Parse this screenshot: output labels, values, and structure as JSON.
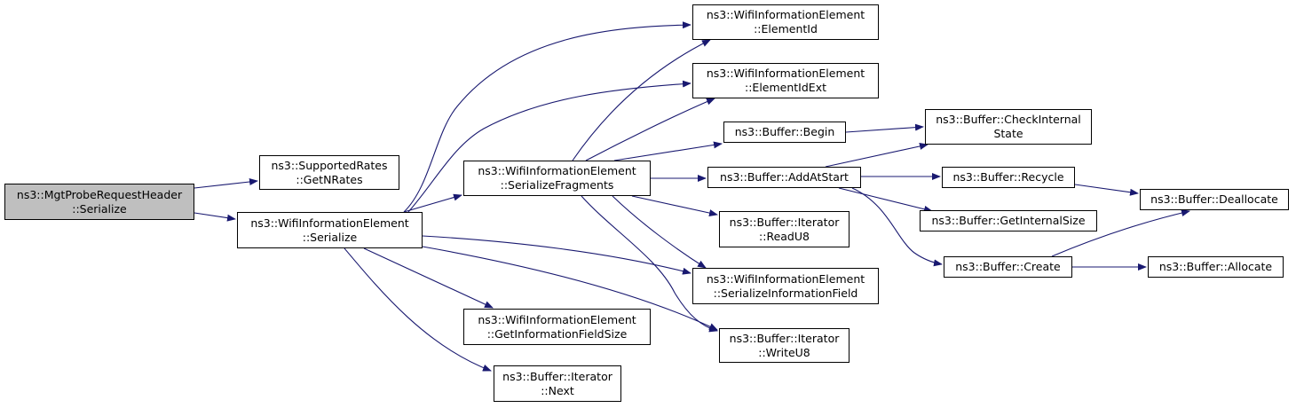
{
  "root": "mgt-serialize",
  "nodes": [
    {
      "id": "mgt-serialize",
      "lines": [
        "ns3::MgtProbeRequestHeader",
        "::Serialize"
      ],
      "root": true
    },
    {
      "id": "getnrates",
      "lines": [
        "ns3::SupportedRates",
        "::GetNRates"
      ]
    },
    {
      "id": "wie-serialize",
      "lines": [
        "ns3::WifiInformationElement",
        "::Serialize"
      ]
    },
    {
      "id": "elementid",
      "lines": [
        "ns3::WifiInformationElement",
        "::ElementId"
      ]
    },
    {
      "id": "elementidext",
      "lines": [
        "ns3::WifiInformationElement",
        "::ElementIdExt"
      ]
    },
    {
      "id": "serializefragments",
      "lines": [
        "ns3::WifiInformationElement",
        "::SerializeFragments"
      ]
    },
    {
      "id": "getinfofieldsize",
      "lines": [
        "ns3::WifiInformationElement",
        "::GetInformationFieldSize"
      ]
    },
    {
      "id": "iter-next",
      "lines": [
        "ns3::Buffer::Iterator",
        "::Next"
      ]
    },
    {
      "id": "buffer-begin",
      "lines": [
        "ns3::Buffer::Begin"
      ]
    },
    {
      "id": "addatstart",
      "lines": [
        "ns3::Buffer::AddAtStart"
      ]
    },
    {
      "id": "readu8",
      "lines": [
        "ns3::Buffer::Iterator",
        "::ReadU8"
      ]
    },
    {
      "id": "serializeinfofield",
      "lines": [
        "ns3::WifiInformationElement",
        "::SerializeInformationField"
      ]
    },
    {
      "id": "writeu8",
      "lines": [
        "ns3::Buffer::Iterator",
        "::WriteU8"
      ]
    },
    {
      "id": "checkinternalstate",
      "lines": [
        "ns3::Buffer::CheckInternal",
        "State"
      ]
    },
    {
      "id": "recycle",
      "lines": [
        "ns3::Buffer::Recycle"
      ]
    },
    {
      "id": "getinternalsize",
      "lines": [
        "ns3::Buffer::GetInternalSize"
      ]
    },
    {
      "id": "create",
      "lines": [
        "ns3::Buffer::Create"
      ]
    },
    {
      "id": "deallocate",
      "lines": [
        "ns3::Buffer::Deallocate"
      ]
    },
    {
      "id": "allocate",
      "lines": [
        "ns3::Buffer::Allocate"
      ]
    }
  ],
  "edges": [
    [
      "mgt-serialize",
      "getnrates"
    ],
    [
      "mgt-serialize",
      "wie-serialize"
    ],
    [
      "wie-serialize",
      "elementid"
    ],
    [
      "wie-serialize",
      "elementidext"
    ],
    [
      "wie-serialize",
      "serializefragments"
    ],
    [
      "wie-serialize",
      "getinfofieldsize"
    ],
    [
      "wie-serialize",
      "iter-next"
    ],
    [
      "wie-serialize",
      "serializeinfofield"
    ],
    [
      "wie-serialize",
      "writeu8"
    ],
    [
      "serializefragments",
      "elementid"
    ],
    [
      "serializefragments",
      "elementidext"
    ],
    [
      "serializefragments",
      "buffer-begin"
    ],
    [
      "serializefragments",
      "addatstart"
    ],
    [
      "serializefragments",
      "readu8"
    ],
    [
      "serializefragments",
      "serializeinfofield"
    ],
    [
      "serializefragments",
      "writeu8"
    ],
    [
      "buffer-begin",
      "checkinternalstate"
    ],
    [
      "addatstart",
      "checkinternalstate"
    ],
    [
      "addatstart",
      "recycle"
    ],
    [
      "addatstart",
      "getinternalsize"
    ],
    [
      "addatstart",
      "create"
    ],
    [
      "recycle",
      "deallocate"
    ],
    [
      "create",
      "deallocate"
    ],
    [
      "create",
      "allocate"
    ]
  ]
}
